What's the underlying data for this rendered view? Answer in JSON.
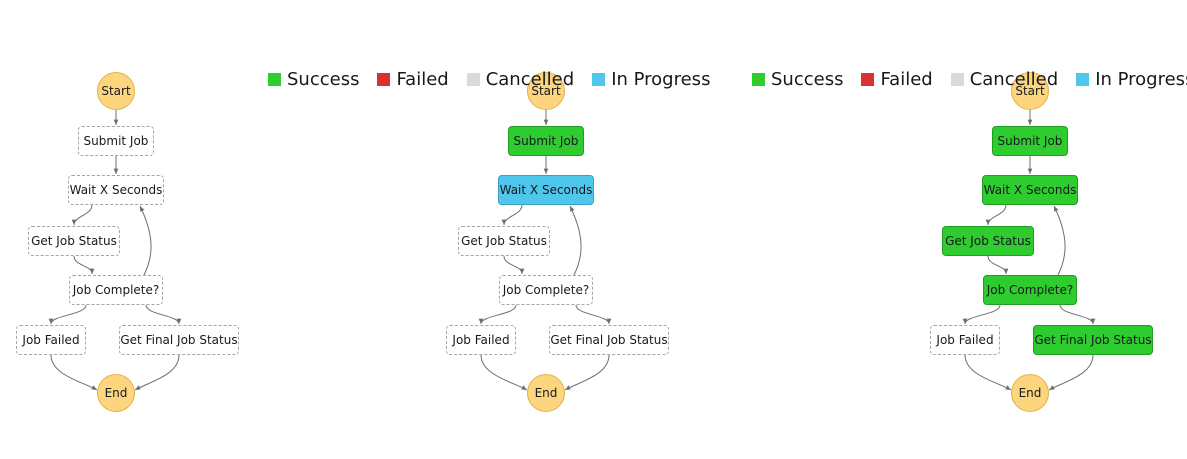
{
  "legend": {
    "items": [
      {
        "label": "Success",
        "color": "#2ecc2e"
      },
      {
        "label": "Failed",
        "color": "#d83232"
      },
      {
        "label": "Cancelled",
        "color": "#dadada"
      },
      {
        "label": "In Progress",
        "color": "#4fc6ec"
      }
    ]
  },
  "nodes": {
    "start": "Start",
    "submit_job": "Submit Job",
    "wait": "Wait X Seconds",
    "get_status": "Get Job Status",
    "job_complete": "Job Complete?",
    "job_failed": "Job Failed",
    "get_final_status": "Get Final Job Status",
    "end": "End"
  },
  "diagrams": [
    {
      "status": {
        "submit_job": "none",
        "wait": "none",
        "get_status": "none",
        "job_complete": "none",
        "job_failed": "none",
        "get_final_status": "none"
      }
    },
    {
      "status": {
        "submit_job": "success",
        "wait": "inprogress",
        "get_status": "none",
        "job_complete": "none",
        "job_failed": "none",
        "get_final_status": "none"
      }
    },
    {
      "status": {
        "submit_job": "success",
        "wait": "success",
        "get_status": "success",
        "job_complete": "success",
        "job_failed": "none",
        "get_final_status": "success"
      }
    }
  ]
}
